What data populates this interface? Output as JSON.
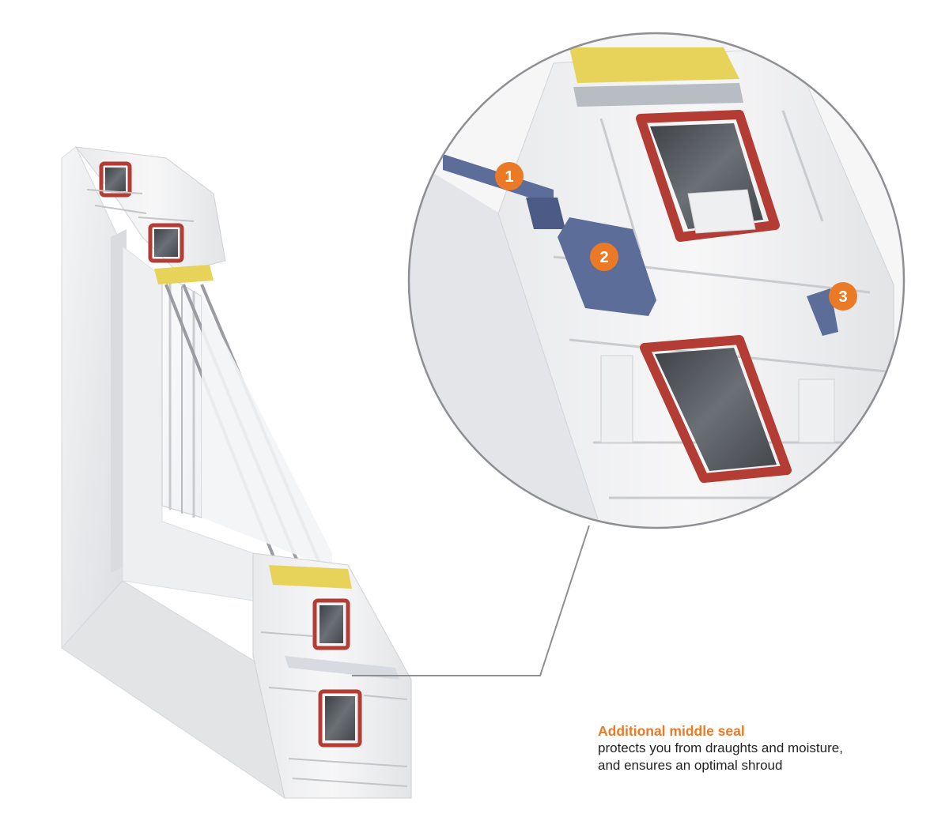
{
  "colors": {
    "accent": "#ea7a26",
    "seal_blue": "#5c6d9a",
    "reinforcement_red": "#b33d35",
    "steel": "#5a5e63",
    "pvc_white": "#f1f2f3",
    "leader_line": "#8e8f95",
    "gasket_yellow": "#e8d35a"
  },
  "callouts": [
    {
      "number": "1",
      "icon": "numbered-badge"
    },
    {
      "number": "2",
      "icon": "numbered-badge"
    },
    {
      "number": "3",
      "icon": "numbered-badge"
    }
  ],
  "caption": {
    "title": "Additional middle seal",
    "line1": "protects you from draughts and moisture,",
    "line2": "and ensures an optimal shroud"
  }
}
